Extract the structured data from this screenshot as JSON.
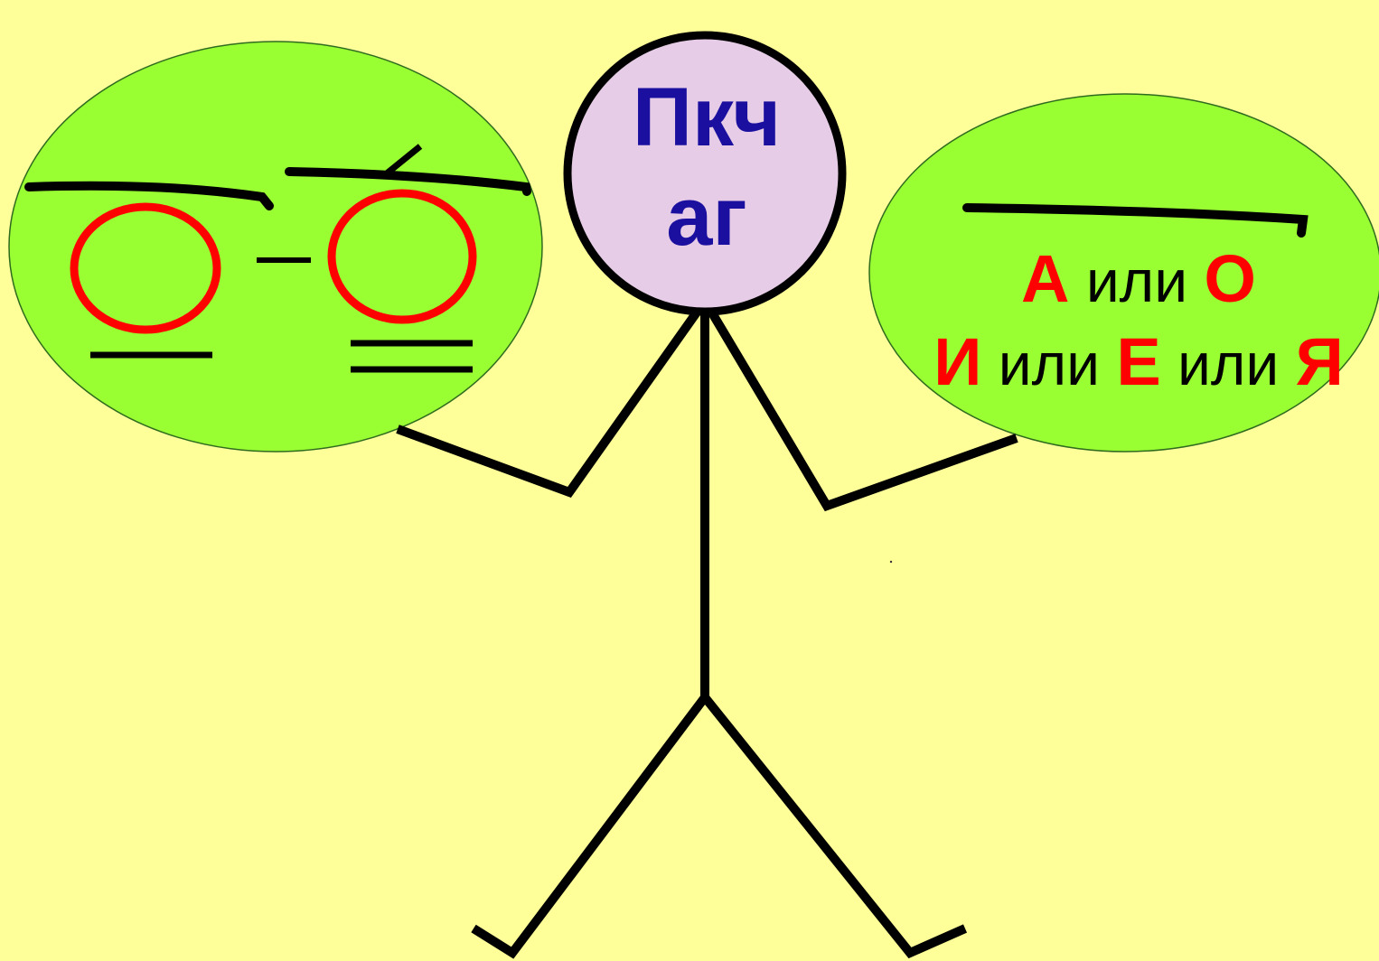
{
  "head": {
    "line1": "Пкч",
    "line2": "аг"
  },
  "right_bubble": {
    "row1": {
      "v1": "А",
      "sep": "или",
      "v2": "О"
    },
    "row2": {
      "v1": "И",
      "sep1": "или",
      "v2": "Е",
      "sep2": "или",
      "v3": "Я"
    }
  },
  "colors": {
    "background": "#ffff99",
    "bubble_fill": "#99ff33",
    "head_fill": "#e6cce6",
    "head_text": "#1a0f9e",
    "accent": "#ff0000",
    "line": "#000000"
  }
}
